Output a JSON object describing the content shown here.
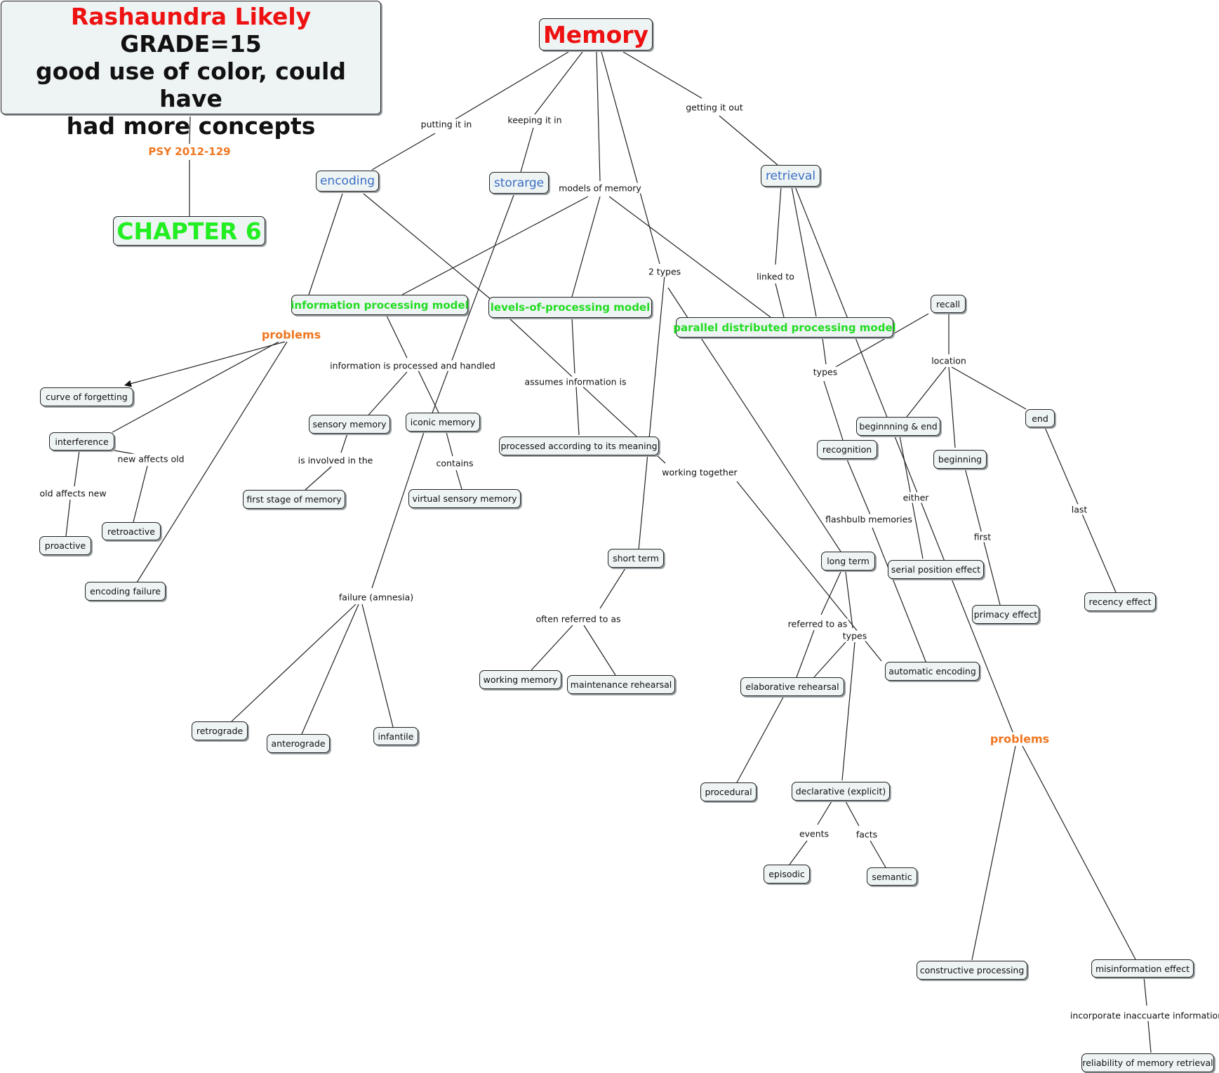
{
  "header": {
    "name": "Rashaundra Likely",
    "grade": "GRADE=15",
    "comment_line1": "good use of color, could have",
    "comment_line2": "had more concepts"
  },
  "course": "PSY 2012-129",
  "chapter": "CHAPTER 6",
  "colors": {
    "title_red": "#ee1111",
    "concept_blue": "#3a6fc4",
    "model_green": "#22dd22",
    "label_orange": "#ee7722",
    "node_fill": "#eef3f4"
  },
  "nodes": {
    "memory": "Memory",
    "encoding": "encoding",
    "storarge": "storarge",
    "retrieval": "retrieval",
    "info_model": "information processing model",
    "lop_model": "levels-of-processing model",
    "pdp_model": "parallel distributed processing model",
    "curve_forgetting": "curve of forgetting",
    "interference": "interference",
    "proactive": "proactive",
    "retroactive": "retroactive",
    "encoding_failure": "encoding failure",
    "sensory_memory": "sensory memory",
    "first_stage": "first stage of memory",
    "iconic_memory": "iconic memory",
    "virtual_sensory": "virtual sensory memory",
    "processed_meaning": "processed according to its meaning",
    "retrograde": "retrograde",
    "anterograde": "anterograde",
    "infantile": "infantile",
    "short_term": "short term",
    "working_memory": "working memory",
    "maintenance": "maintenance rehearsal",
    "long_term": "long term",
    "elaborative": "elaborative rehearsal",
    "procedural": "procedural",
    "declarative": "declarative (explicit)",
    "episodic": "episodic",
    "semantic": "semantic",
    "recall": "recall",
    "recognition": "recognition",
    "beginning_end": "beginnning & end",
    "beginning": "beginning",
    "end": "end",
    "serial_position": "serial position effect",
    "primacy": "primacy effect",
    "recency": "recency effect",
    "automatic_encoding": "automatic encoding",
    "constructive": "constructive processing",
    "misinformation": "misinformation effect",
    "reliability": "reliability of memory retrieval"
  },
  "labels": {
    "putting_it_in": "putting it in",
    "keeping_it_in": "keeping it in",
    "getting_it_out": "getting it out",
    "models_of_memory": "models of memory",
    "two_types": "2 types",
    "linked_to": "linked to",
    "problems_left": "problems",
    "info_processed": "information is processed and handled",
    "assumes": "assumes information is",
    "types_recall": "types",
    "location": "location",
    "new_affects_old": "new affects old",
    "old_affects_new": "old affects new",
    "is_involved": "is involved in the",
    "contains": "contains",
    "working_together": "working together",
    "either": "either",
    "flashbulb": "flashbulb memories",
    "last": "last",
    "first": "first",
    "failure_amnesia": "failure (amnesia)",
    "often_referred": "often referred to as",
    "referred_to_as": "referred to as",
    "types_lt": "types",
    "problems_right": "problems",
    "events": "events",
    "facts": "facts",
    "incorporate": "incorporate inaccuarte information"
  }
}
